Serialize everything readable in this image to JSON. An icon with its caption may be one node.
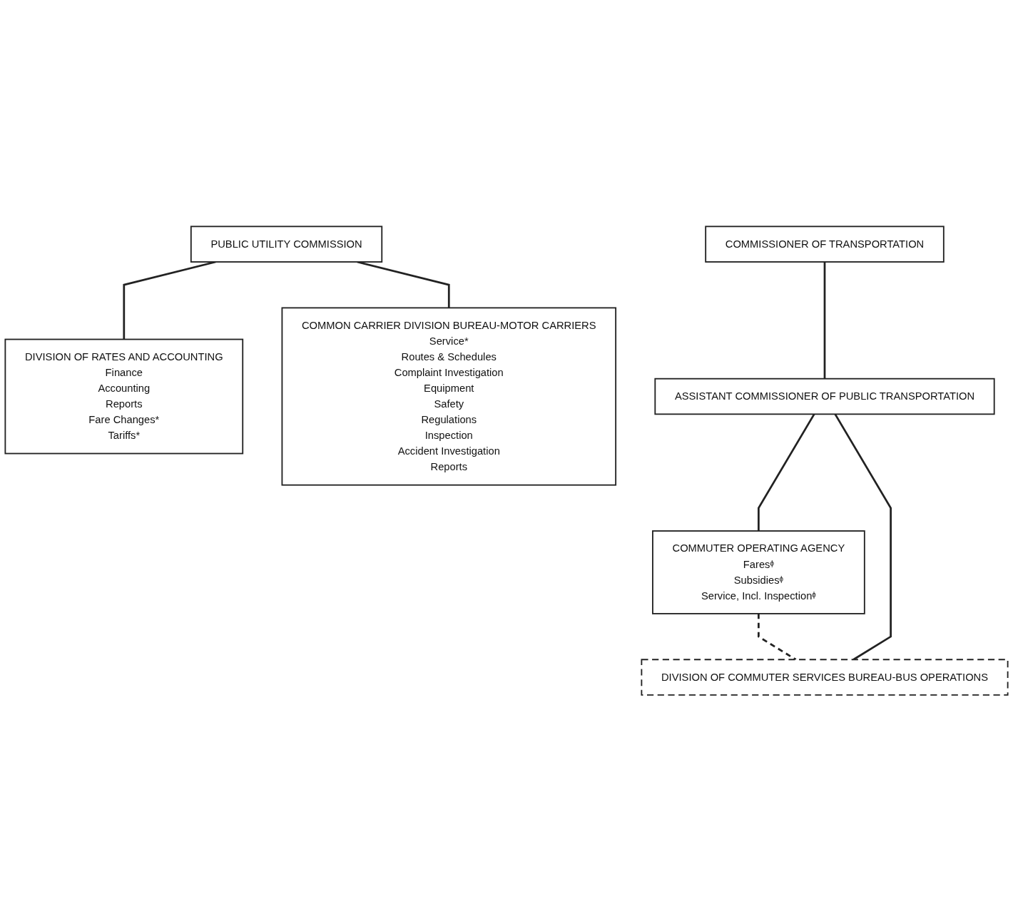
{
  "diagram": {
    "nodes": [
      {
        "text": [
          "PUBLIC UTILITY COMMISSION"
        ]
      },
      {
        "text": [
          "COMMISSIONER OF TRANSPORTATION"
        ]
      },
      {
        "text": [
          "DIVISION OF RATES AND ACCOUNTING",
          "Finance",
          "Accounting",
          "Reports",
          "Fare Changes*",
          "Tariffs*"
        ]
      },
      {
        "text": [
          "ASSISTANT COMMISSIONER OF PUBLIC TRANSPORTATION"
        ]
      },
      {
        "text": [
          "COMMUTER OPERATING AGENCY",
          "Faresᶲ",
          "Subsidiesᶲ",
          "Service, Incl. Inspectionᶲ"
        ]
      },
      {
        "text": [
          "COMMON CARRIER DIVISION BUREAU-MOTOR CARRIERS",
          "Service*",
          "Routes & Schedules",
          "Complaint Investigation",
          "Equipment",
          "Safety",
          "Regulations",
          "Inspection",
          "Accident Investigation",
          "Reports"
        ]
      },
      {
        "text": [
          "DIVISION OF COMMUTER SERVICES BUREAU-BUS OPERATIONS"
        ]
      }
    ],
    "edges": [
      {
        "from": 0,
        "to": 2,
        "arrow": "none"
      },
      {
        "from": 0,
        "to": 5,
        "arrow": "none"
      },
      {
        "from": 1,
        "to": 3,
        "arrow": "none"
      },
      {
        "from": 3,
        "to": 4,
        "arrow": "none"
      },
      {
        "from": 4,
        "to": 6,
        "arrow": "none",
        "style": "dashed"
      },
      {
        "from": 3,
        "to": 6,
        "arrow": "none"
      }
    ]
  }
}
